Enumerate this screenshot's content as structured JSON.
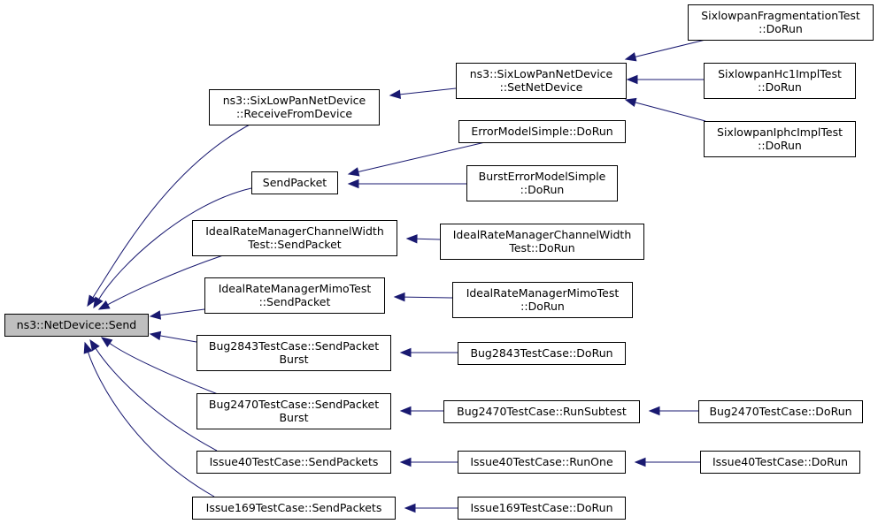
{
  "nodes": {
    "root": [
      "ns3::NetDevice::Send"
    ],
    "receive_from_device": [
      "ns3::SixLowPanNetDevice",
      "::ReceiveFromDevice"
    ],
    "set_net_device": [
      "ns3::SixLowPanNetDevice",
      "::SetNetDevice"
    ],
    "frag_test": [
      "SixlowpanFragmentationTest",
      "::DoRun"
    ],
    "hc1_test": [
      "SixlowpanHc1ImplTest",
      "::DoRun"
    ],
    "iphc_test": [
      "SixlowpanIphcImplTest",
      "::DoRun"
    ],
    "send_packet": [
      "SendPacket"
    ],
    "error_model_simple": [
      "ErrorModelSimple::DoRun"
    ],
    "burst_error_model": [
      "BurstErrorModelSimple",
      "::DoRun"
    ],
    "ideal_cw_send": [
      "IdealRateManagerChannelWidth",
      "Test::SendPacket"
    ],
    "ideal_cw_run": [
      "IdealRateManagerChannelWidth",
      "Test::DoRun"
    ],
    "ideal_mimo_send": [
      "IdealRateManagerMimoTest",
      "::SendPacket"
    ],
    "ideal_mimo_run": [
      "IdealRateManagerMimoTest",
      "::DoRun"
    ],
    "bug2843_send": [
      "Bug2843TestCase::SendPacket",
      "Burst"
    ],
    "bug2843_run": [
      "Bug2843TestCase::DoRun"
    ],
    "bug2470_send": [
      "Bug2470TestCase::SendPacket",
      "Burst"
    ],
    "bug2470_subtest": [
      "Bug2470TestCase::RunSubtest"
    ],
    "bug2470_run": [
      "Bug2470TestCase::DoRun"
    ],
    "issue40_send": [
      "Issue40TestCase::SendPackets"
    ],
    "issue40_one": [
      "Issue40TestCase::RunOne"
    ],
    "issue40_run": [
      "Issue40TestCase::DoRun"
    ],
    "issue169_send": [
      "Issue169TestCase::SendPackets"
    ],
    "issue169_run": [
      "Issue169TestCase::DoRun"
    ]
  },
  "colors": {
    "edge": "#191970",
    "root_fill": "#bfbfbf",
    "node_fill": "#ffffff",
    "node_stroke": "#000000"
  }
}
